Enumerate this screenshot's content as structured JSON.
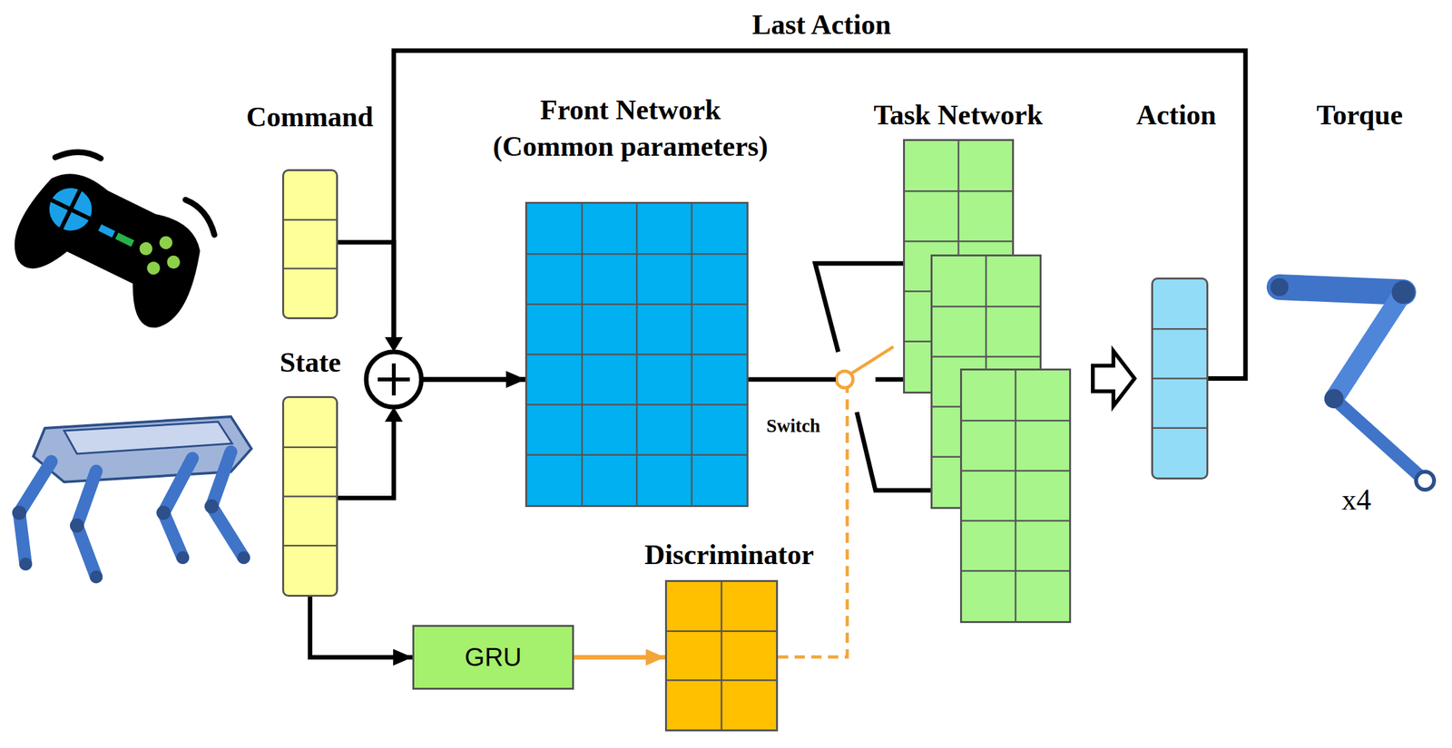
{
  "diagram": {
    "nodes": [
      {
        "text": [
          "Command"
        ]
      },
      {
        "text": [
          "State"
        ]
      },
      {
        "text": [
          "Front Network (Common parameters)"
        ]
      },
      {
        "text": [
          "Task Network"
        ]
      },
      {
        "text": [
          "Action"
        ]
      },
      {
        "text": [
          "GRU"
        ]
      },
      {
        "text": [
          "Discriminator"
        ]
      }
    ],
    "edges": [
      {
        "from": 0,
        "to": 2,
        "arrow": "to"
      },
      {
        "from": 1,
        "to": 2,
        "arrow": "to"
      },
      {
        "from": 4,
        "to": 2,
        "arrow": "to",
        "label": "Last Action"
      },
      {
        "from": 2,
        "to": 3,
        "arrow": "none"
      },
      {
        "from": 3,
        "to": 4,
        "arrow": "to"
      },
      {
        "from": 1,
        "to": 5,
        "arrow": "to"
      },
      {
        "from": 5,
        "to": 6,
        "arrow": "to"
      }
    ],
    "labels": [
      "Switch",
      "Torque",
      "x4"
    ]
  }
}
